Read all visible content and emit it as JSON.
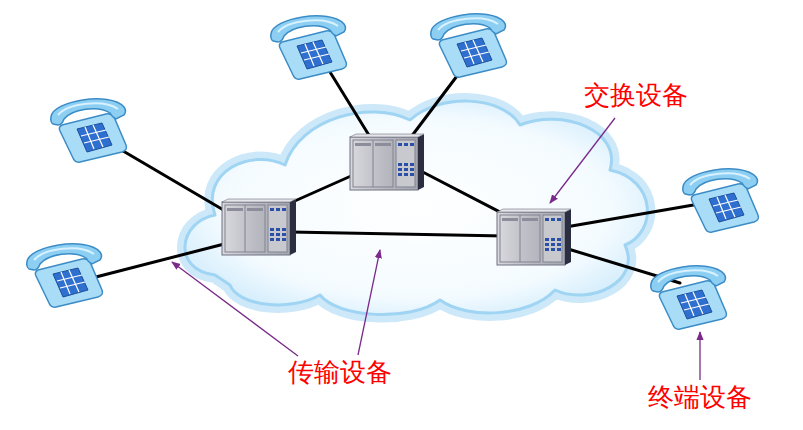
{
  "diagram": {
    "labels": [
      "交换设备",
      "传输设备",
      "终端设备"
    ]
  }
}
